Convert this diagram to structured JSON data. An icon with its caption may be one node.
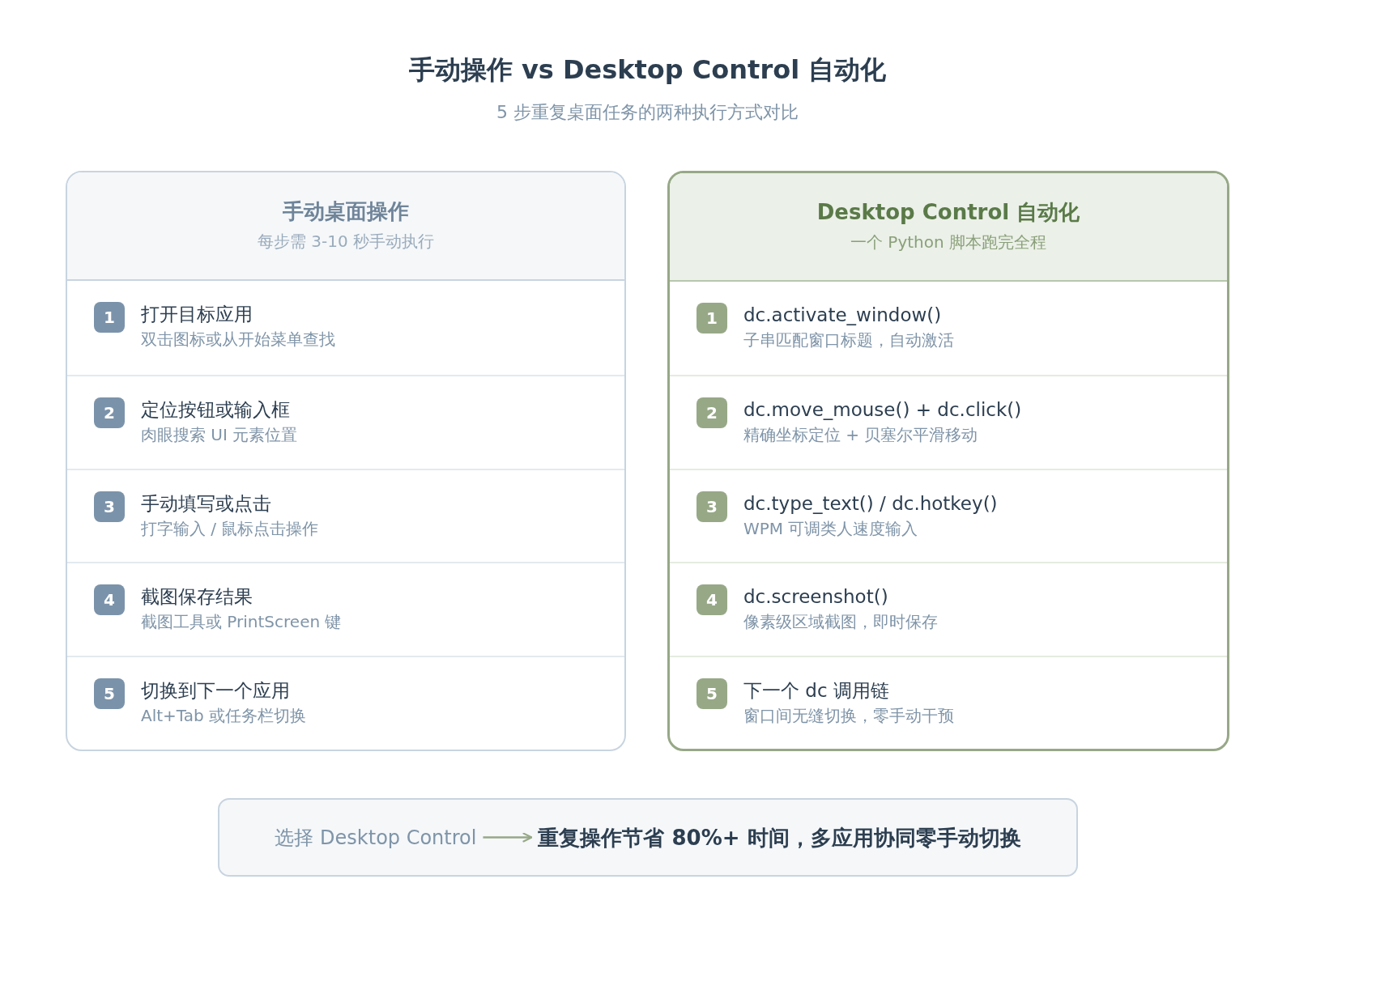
{
  "diagram": {
    "title": "手动操作 vs Desktop Control 自动化",
    "nodes": [
      {
        "text": [
          "手动桌面操作",
          "每步需 3-10 秒手动执行"
        ]
      },
      {
        "text": [
          "打开目标应用",
          "双击图标或从开始菜单查找"
        ],
        "in": 0
      },
      {
        "text": [
          "1"
        ],
        "in": 1
      },
      {
        "text": [
          "定位按钮或输入框",
          "肉眼搜索 UI 元素位置"
        ],
        "in": 0
      },
      {
        "text": [
          "2"
        ],
        "in": 3
      },
      {
        "text": [
          "手动填写或点击",
          "打字输入 / 鼠标点击操作"
        ],
        "in": 0
      },
      {
        "text": [
          "3"
        ],
        "in": 5
      },
      {
        "text": [
          "截图保存结果",
          "截图工具或 PrintScreen 键"
        ],
        "in": 0
      },
      {
        "text": [
          "4"
        ],
        "in": 7
      },
      {
        "text": [
          "切换到下一个应用",
          "Alt+Tab 或任务栏切换"
        ],
        "in": 0
      },
      {
        "text": [
          "5"
        ],
        "in": 9
      },
      {
        "text": [
          "Desktop Control 自动化",
          "一个 Python 脚本跑完全程"
        ]
      },
      {
        "text": [
          "dc.activate_window()",
          "子串匹配窗口标题，自动激活"
        ],
        "in": 11
      },
      {
        "text": [
          "1"
        ],
        "in": 12
      },
      {
        "text": [
          "dc.move_mouse() + dc.click()",
          "精确坐标定位 + 贝塞尔平滑移动"
        ],
        "in": 11
      },
      {
        "text": [
          "2"
        ],
        "in": 14
      },
      {
        "text": [
          "dc.type_text() / dc.hotkey()",
          "WPM 可调类人速度输入"
        ],
        "in": 11
      },
      {
        "text": [
          "3"
        ],
        "in": 16
      },
      {
        "text": [
          "dc.screenshot()",
          "像素级区域截图，即时保存"
        ],
        "in": 11
      },
      {
        "text": [
          "4"
        ],
        "in": 18
      },
      {
        "text": [
          "下一个 dc 调用链",
          "窗口间无缝切换，零手动干预"
        ],
        "in": 11
      },
      {
        "text": [
          "5"
        ],
        "in": 20
      },
      {
        "text": [],
        "shape": "box"
      },
      {
        "text": [
          "选择 Desktop Control"
        ],
        "in": 22
      },
      {
        "text": [
          "重复操作节省 80%+ 时间，多应用协同零手动切换"
        ],
        "in": 22
      }
    ],
    "edges": [
      {
        "from": 23,
        "to": 24,
        "arrow": "to"
      }
    ],
    "labels": [
      "5 步重复桌面任务的两种执行方式对比"
    ]
  }
}
